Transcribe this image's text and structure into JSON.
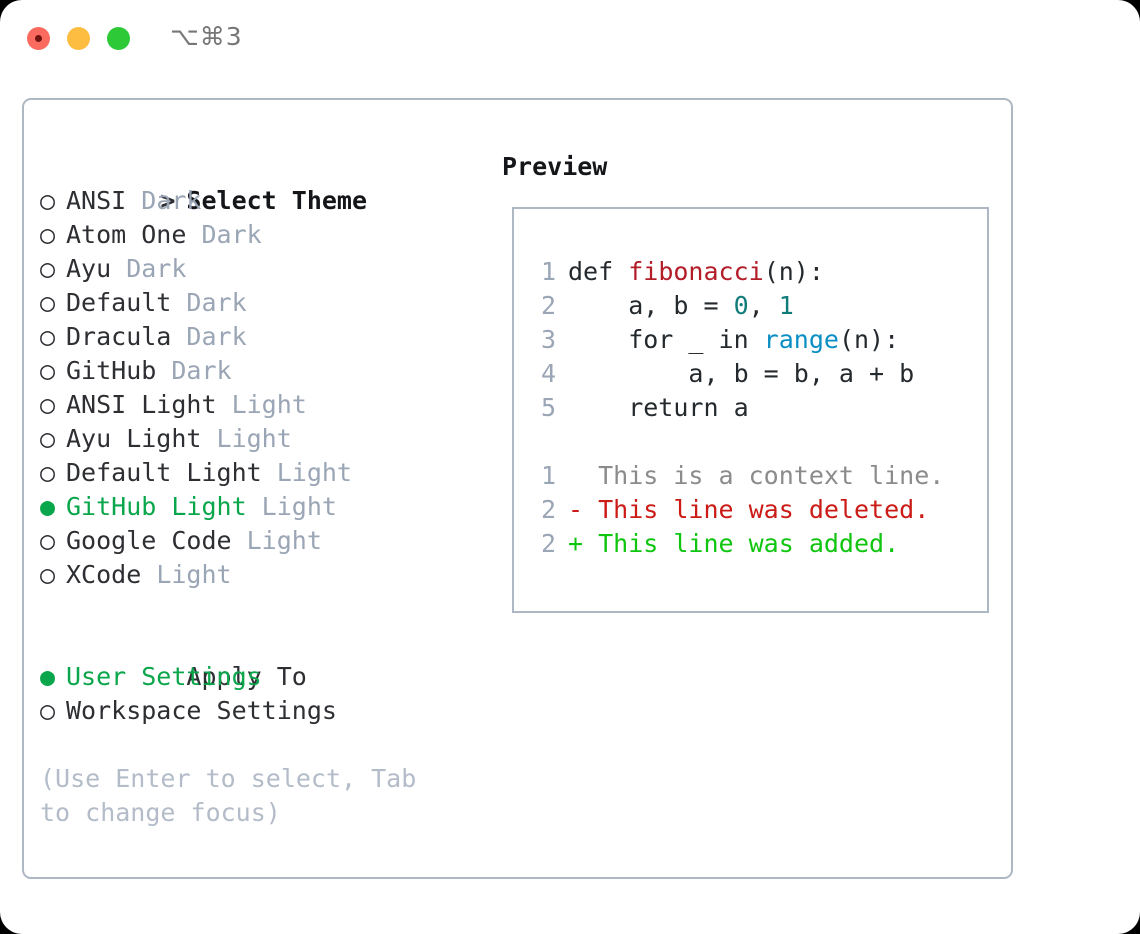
{
  "titlebar": {
    "shortcut": "⌥⌘3",
    "buttons": {
      "close": "close",
      "minimize": "minimize",
      "maximize": "maximize"
    }
  },
  "left": {
    "heading_marker": ">",
    "heading": "Select Theme",
    "themes": [
      {
        "marker": "○",
        "name": "ANSI",
        "suffix": "Dark",
        "selected": false
      },
      {
        "marker": "○",
        "name": "Atom One",
        "suffix": "Dark",
        "selected": false
      },
      {
        "marker": "○",
        "name": "Ayu",
        "suffix": "Dark",
        "selected": false
      },
      {
        "marker": "○",
        "name": "Default",
        "suffix": "Dark",
        "selected": false
      },
      {
        "marker": "○",
        "name": "Dracula",
        "suffix": "Dark",
        "selected": false
      },
      {
        "marker": "○",
        "name": "GitHub",
        "suffix": "Dark",
        "selected": false
      },
      {
        "marker": "○",
        "name": "ANSI Light",
        "suffix": "Light",
        "selected": false
      },
      {
        "marker": "○",
        "name": "Ayu Light",
        "suffix": "Light",
        "selected": false
      },
      {
        "marker": "○",
        "name": "Default Light",
        "suffix": "Light",
        "selected": false
      },
      {
        "marker": "●",
        "name": "GitHub Light",
        "suffix": "Light",
        "selected": true
      },
      {
        "marker": "○",
        "name": "Google Code",
        "suffix": "Light",
        "selected": false
      },
      {
        "marker": "○",
        "name": "XCode",
        "suffix": "Light",
        "selected": false
      }
    ],
    "apply_to_heading": "Apply To",
    "apply_to": [
      {
        "marker": "●",
        "name": "User Settings",
        "selected": true
      },
      {
        "marker": "○",
        "name": "Workspace Settings",
        "selected": false
      }
    ],
    "hint": "(Use Enter to select, Tab to change focus)"
  },
  "right": {
    "preview_title": "Preview",
    "code_lines": [
      {
        "n": "1",
        "tokens": [
          {
            "t": "def ",
            "k": "kw"
          },
          {
            "t": "fibonacci",
            "k": "fn"
          },
          {
            "t": "(n):",
            "k": "plain"
          }
        ]
      },
      {
        "n": "2",
        "tokens": [
          {
            "t": "    a, b = ",
            "k": "plain"
          },
          {
            "t": "0",
            "k": "num"
          },
          {
            "t": ", ",
            "k": "plain"
          },
          {
            "t": "1",
            "k": "num"
          }
        ]
      },
      {
        "n": "3",
        "tokens": [
          {
            "t": "    for _ in ",
            "k": "kw"
          },
          {
            "t": "range",
            "k": "call"
          },
          {
            "t": "(n):",
            "k": "plain"
          }
        ]
      },
      {
        "n": "4",
        "tokens": [
          {
            "t": "        a, b = b, a + b",
            "k": "plain"
          }
        ]
      },
      {
        "n": "5",
        "tokens": [
          {
            "t": "    return a",
            "k": "kw"
          }
        ]
      }
    ],
    "diff_lines": [
      {
        "n": "1",
        "sign": " ",
        "text": " This is a context line.",
        "k": "ctx"
      },
      {
        "n": "2",
        "sign": "-",
        "text": " This line was deleted.",
        "k": "del"
      },
      {
        "n": "2",
        "sign": "+",
        "text": " This line was added.",
        "k": "add"
      }
    ]
  },
  "colors": {
    "selected_green": "#0aa64b",
    "muted_blue_gray": "#9aa5b5",
    "hint_gray": "#b3bcc8",
    "border": "#aeb7c4",
    "diff_deleted": "#cb1b16",
    "diff_added": "#10c510",
    "syntax_function": "#b31d28",
    "syntax_number": "#0f7c79",
    "syntax_call": "#0a8ec4"
  }
}
